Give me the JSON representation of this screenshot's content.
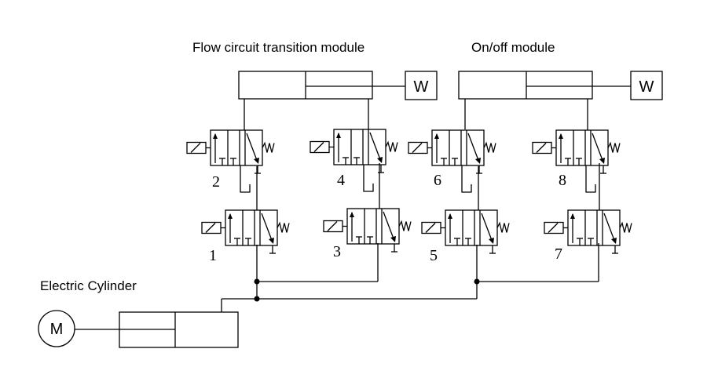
{
  "labels": {
    "flow_module": "Flow circuit transition module",
    "onoff_module": "On/off module",
    "electric_cylinder": "Electric Cylinder",
    "weight_left": "W",
    "weight_right": "W",
    "motor": "M"
  },
  "valves": [
    {
      "id": "1",
      "label": "1"
    },
    {
      "id": "2",
      "label": "2"
    },
    {
      "id": "3",
      "label": "3"
    },
    {
      "id": "4",
      "label": "4"
    },
    {
      "id": "5",
      "label": "5"
    },
    {
      "id": "6",
      "label": "6"
    },
    {
      "id": "7",
      "label": "7"
    },
    {
      "id": "8",
      "label": "8"
    }
  ]
}
